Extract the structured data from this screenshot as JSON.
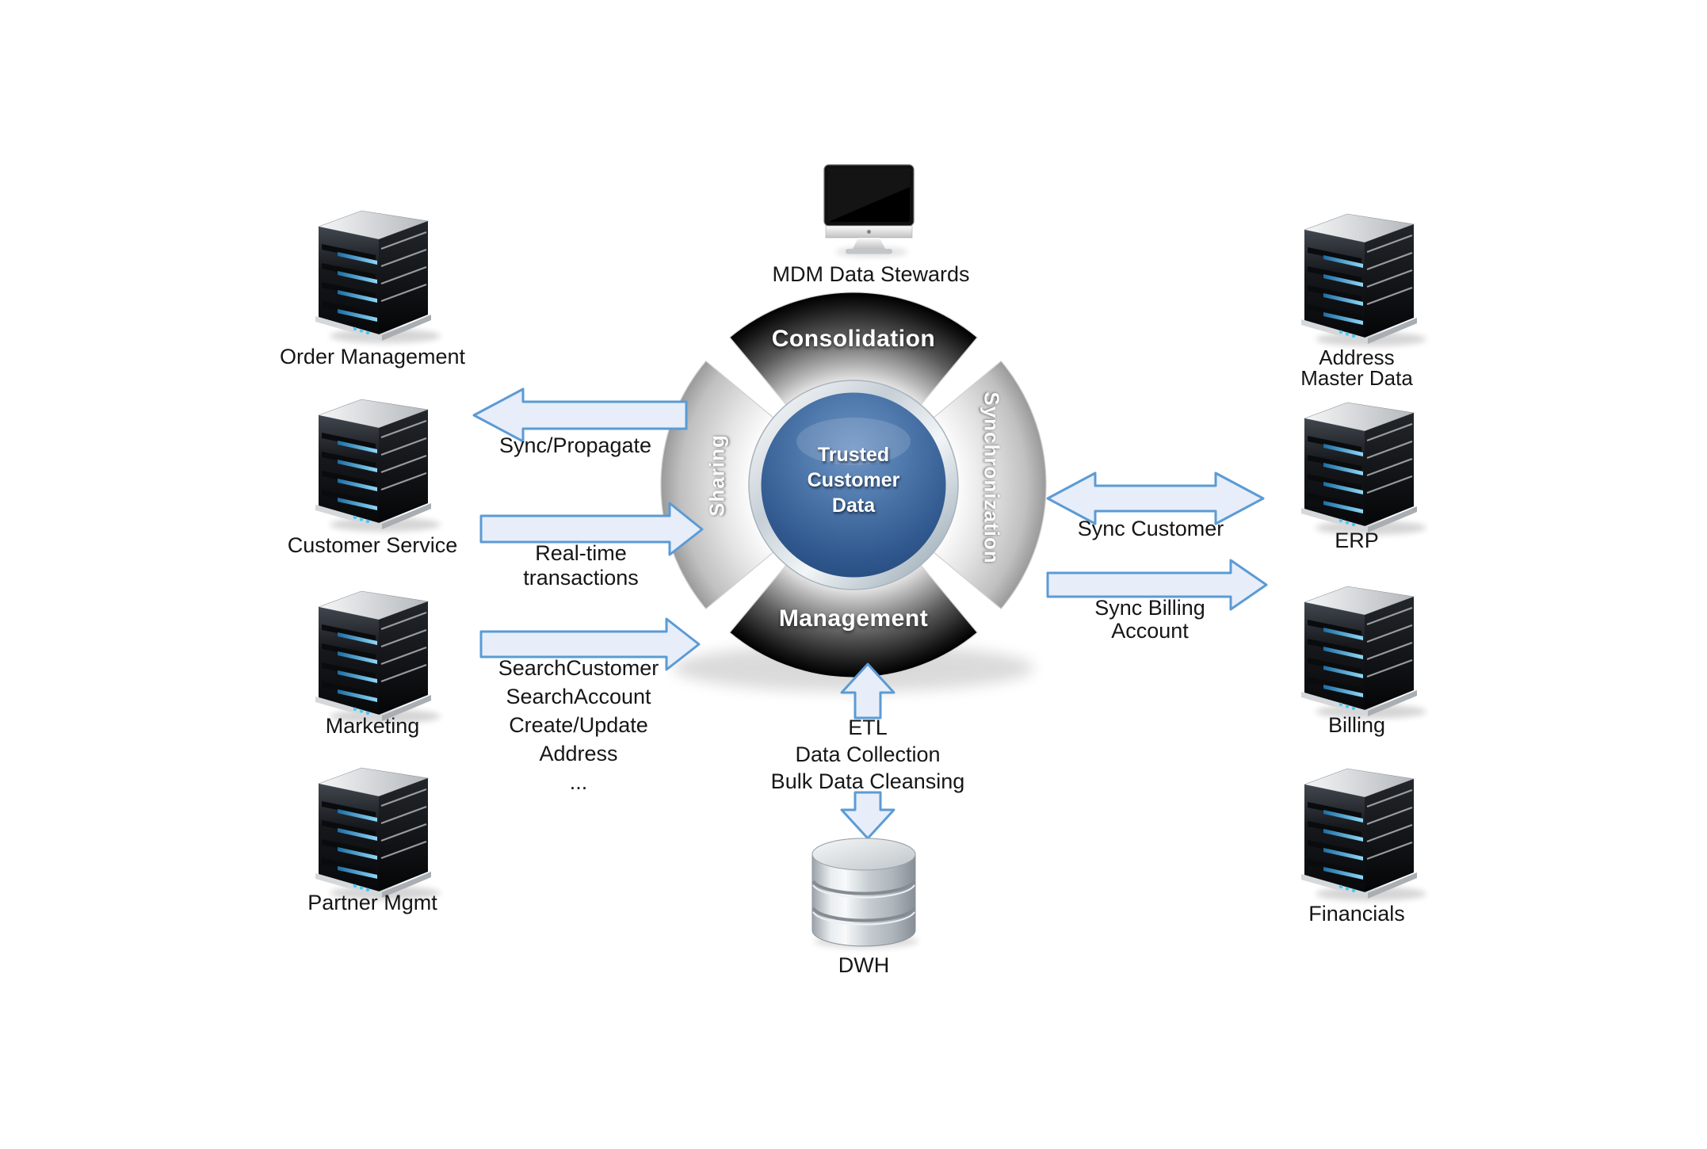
{
  "hub": {
    "quadrant_top": "Consolidation",
    "quadrant_bottom": "Management",
    "quadrant_left": "Sharing",
    "quadrant_right": "Synchronization",
    "center_lines": [
      "Trusted",
      "Customer",
      "Data"
    ]
  },
  "steward_label": "MDM Data Stewards",
  "dwh_label": "DWH",
  "left_systems": [
    {
      "label": "Order Management"
    },
    {
      "label": "Customer Service"
    },
    {
      "label": "Marketing"
    },
    {
      "label": "Partner Mgmt"
    }
  ],
  "right_systems": [
    {
      "lines": [
        "Address",
        "Master Data"
      ]
    },
    {
      "lines": [
        "ERP"
      ]
    },
    {
      "lines": [
        "Billing"
      ]
    },
    {
      "lines": [
        "Financials"
      ]
    }
  ],
  "flows": {
    "sync_propagate": "Sync/Propagate",
    "realtime": [
      "Real-time",
      "transactions"
    ],
    "search_ops": [
      "SearchCustomer",
      "SearchAccount",
      "Create/Update",
      "Address",
      "..."
    ],
    "sync_customer": "Sync Customer",
    "sync_billing": [
      "Sync Billing",
      "Account"
    ],
    "etl": [
      "ETL",
      "Data Collection",
      "Bulk Data Cleansing"
    ]
  },
  "colors": {
    "arrow_fill": "#e7eef9",
    "arrow_stroke": "#5b9bd5",
    "hub_center_blue": "#3c69a0",
    "server_stripe_blue": "#58b6e8",
    "dark_quadrant": "#101010",
    "light_quadrant": "#bdbdbd"
  }
}
